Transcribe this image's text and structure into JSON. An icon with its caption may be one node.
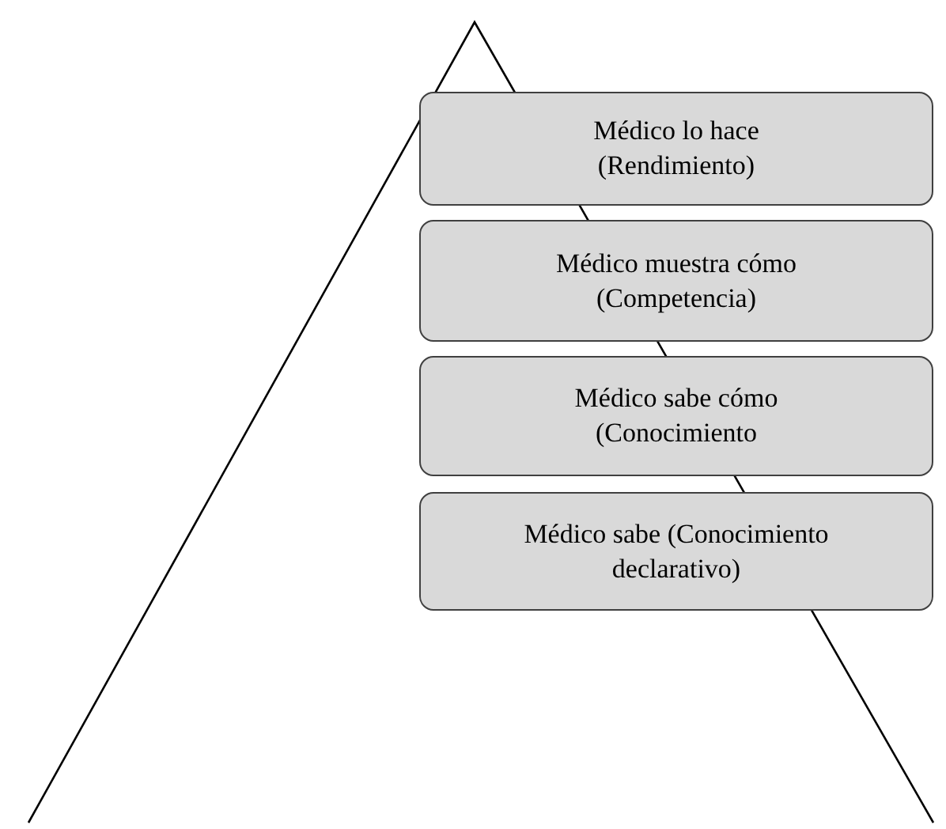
{
  "diagram": {
    "nodes": [
      {
        "text": [
          "Médico lo hace (Rendimiento)"
        ]
      },
      {
        "text": [
          "Médico muestra cómo (Competencia)"
        ]
      },
      {
        "text": [
          "Médico sabe cómo (Conocimiento"
        ]
      },
      {
        "text": [
          "Médico sabe (Conocimiento declarativo)"
        ]
      }
    ]
  }
}
